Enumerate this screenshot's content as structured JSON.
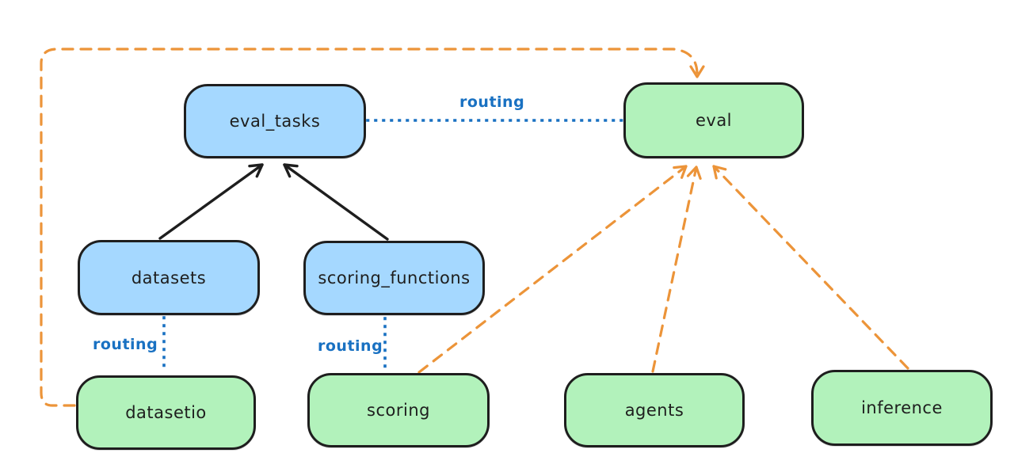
{
  "diagram": {
    "type": "architecture-flowchart",
    "nodes": {
      "eval_tasks": {
        "label": "eval_tasks",
        "fill": "#a5d8ff"
      },
      "eval": {
        "label": "eval",
        "fill": "#b2f2bb"
      },
      "datasets": {
        "label": "datasets",
        "fill": "#a5d8ff"
      },
      "scoring_functions": {
        "label": "scoring_functions",
        "fill": "#a5d8ff"
      },
      "datasetio": {
        "label": "datasetio",
        "fill": "#b2f2bb"
      },
      "scoring": {
        "label": "scoring",
        "fill": "#b2f2bb"
      },
      "agents": {
        "label": "agents",
        "fill": "#b2f2bb"
      },
      "inference": {
        "label": "inference",
        "fill": "#b2f2bb"
      }
    },
    "edges": [
      {
        "from": "datasets",
        "to": "eval_tasks",
        "style": "solid-black-arrow",
        "label": ""
      },
      {
        "from": "scoring_functions",
        "to": "eval_tasks",
        "style": "solid-black-arrow",
        "label": ""
      },
      {
        "from": "eval_tasks",
        "to": "eval",
        "style": "dotted-blue",
        "label": "routing"
      },
      {
        "from": "datasets",
        "to": "datasetio",
        "style": "dotted-blue",
        "label": "routing"
      },
      {
        "from": "scoring_functions",
        "to": "scoring",
        "style": "dotted-blue",
        "label": "routing"
      },
      {
        "from": "datasetio",
        "to": "eval",
        "style": "dashed-orange-arrow",
        "label": ""
      },
      {
        "from": "scoring",
        "to": "eval",
        "style": "dashed-orange-arrow",
        "label": ""
      },
      {
        "from": "agents",
        "to": "eval",
        "style": "dashed-orange-arrow",
        "label": ""
      },
      {
        "from": "inference",
        "to": "eval",
        "style": "dashed-orange-arrow",
        "label": ""
      }
    ],
    "colors": {
      "node_stroke": "#1e1e1e",
      "api_blue_fill": "#a5d8ff",
      "provider_green_fill": "#b2f2bb",
      "routing_blue": "#1971c2",
      "dependency_orange": "#ec9439",
      "background": "#ffffff"
    }
  }
}
